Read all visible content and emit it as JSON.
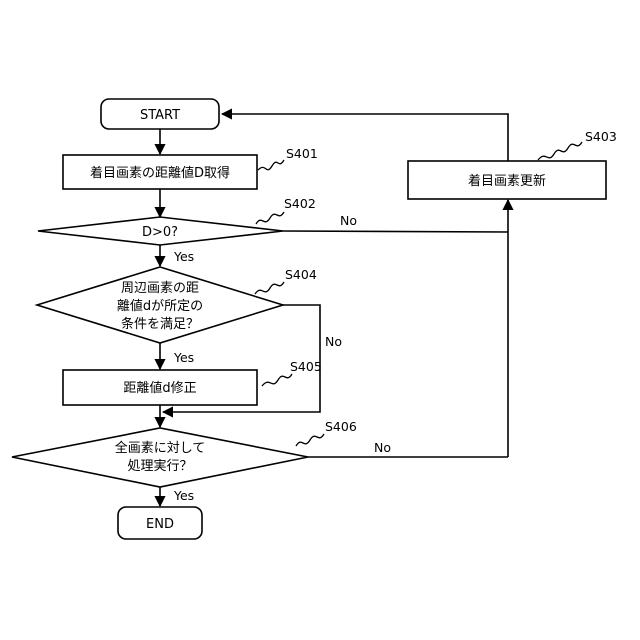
{
  "nodes": {
    "start": "START",
    "s401": "着目画素の距離値D取得",
    "s402": "D>0?",
    "s404": [
      "周辺画素の距",
      "離値dが所定の",
      "条件を満足？"
    ],
    "s405": "距離値d修正",
    "s406": [
      "全画素に対して",
      "処理実行？"
    ],
    "s403": "着目画素更新",
    "end": "END"
  },
  "step_labels": {
    "s401": "S401",
    "s402": "S402",
    "s403": "S403",
    "s404": "S404",
    "s405": "S405",
    "s406": "S406"
  },
  "edge_labels": {
    "s402_yes": "Yes",
    "s402_no": "No",
    "s404_yes": "Yes",
    "s404_no": "No",
    "s406_yes": "Yes",
    "s406_no": "No"
  }
}
